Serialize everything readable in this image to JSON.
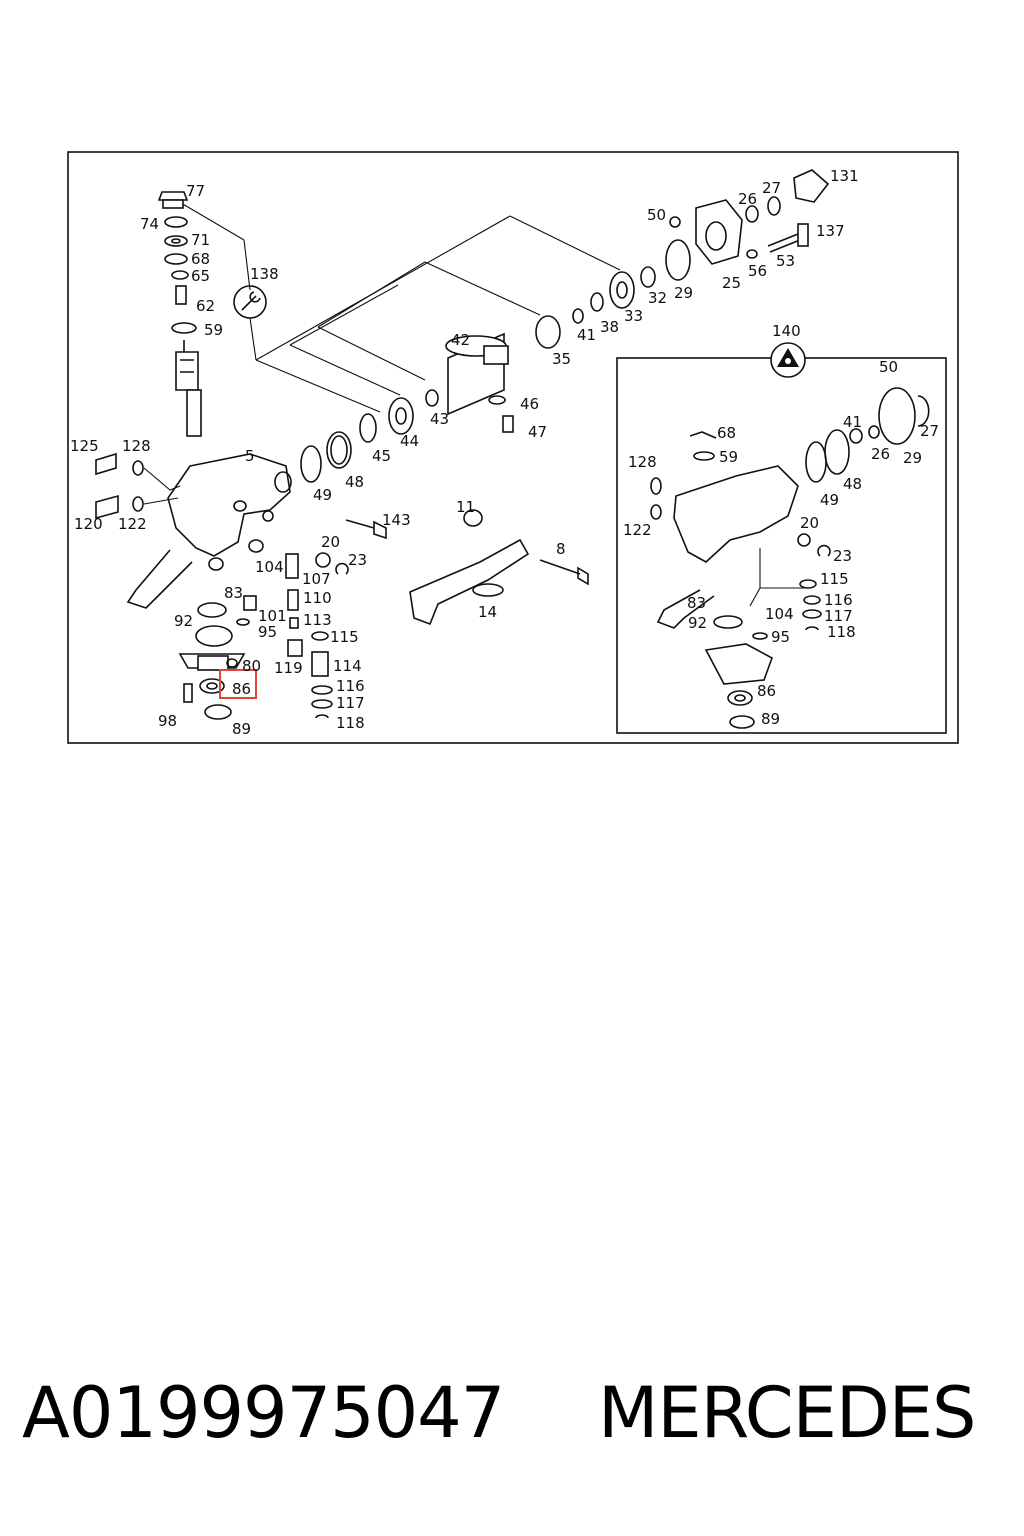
{
  "product": {
    "part_number": "A0199975047",
    "brand": "MERCEDES"
  },
  "diagram": {
    "highlighted_label": "86",
    "highlight_color": "#e0443a",
    "labels": {
      "l77": "77",
      "l74": "74",
      "l71": "71",
      "l68": "68",
      "l65": "65",
      "l62": "62",
      "l59": "59",
      "l138": "138",
      "l50": "50",
      "l26": "26",
      "l27": "27",
      "l131": "131",
      "l137": "137",
      "l56": "56",
      "l53": "53",
      "l25": "25",
      "l29": "29",
      "l32": "32",
      "l33": "33",
      "l38": "38",
      "l41": "41",
      "l35": "35",
      "l42": "42",
      "l46": "46",
      "l47": "47",
      "l43": "43",
      "l44": "44",
      "l45": "45",
      "l48": "48",
      "l49": "49",
      "l5": "5",
      "l125": "125",
      "l128": "128",
      "l120": "120",
      "l122": "122",
      "l143": "143",
      "l20": "20",
      "l23": "23",
      "l104": "104",
      "l107": "107",
      "l83": "83",
      "l110": "110",
      "l101": "101",
      "l92": "92",
      "l95": "95",
      "l113": "113",
      "l115": "115",
      "l80": "80",
      "l119": "119",
      "l114": "114",
      "l86": "86",
      "l116": "116",
      "l117": "117",
      "l98": "98",
      "l89": "89",
      "l118": "118",
      "l11": "11",
      "l8": "8",
      "l14": "14",
      "r140": "140",
      "r50": "50",
      "r41": "41",
      "r27": "27",
      "r68": "68",
      "r59": "59",
      "r26": "26",
      "r29": "29",
      "r128": "128",
      "r49": "49",
      "r48": "48",
      "r122": "122",
      "r20": "20",
      "r23": "23",
      "r115": "115",
      "r83": "83",
      "r104": "104",
      "r116": "116",
      "r92": "92",
      "r117": "117",
      "r118": "118",
      "r95": "95",
      "r86": "86",
      "r89": "89"
    }
  }
}
